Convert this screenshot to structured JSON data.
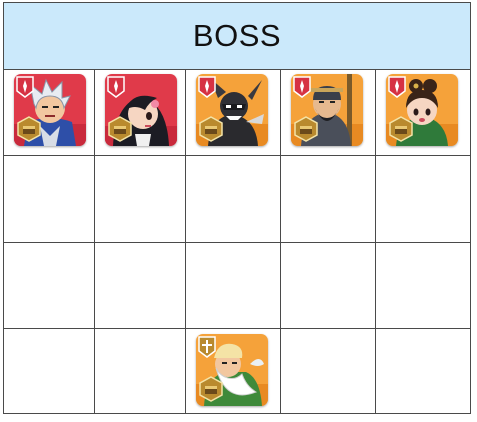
{
  "header": {
    "title": "BOSS"
  },
  "colors": {
    "header_bg": "#cbe9fb",
    "grid_line": "#4a4a4a",
    "card_red": "#e03a4a",
    "card_orange": "#f5a23a",
    "badge_red": "#d63243",
    "badge_gold": "#b98a2e"
  },
  "grid": {
    "rows": 4,
    "cols": 5,
    "heroes": [
      {
        "row": 1,
        "col": 1,
        "name": "hero-card-silver-hair-warrior",
        "frame": "red",
        "class_icon": "attack-class-icon",
        "rank_icon": "rank-badge-icon"
      },
      {
        "row": 1,
        "col": 2,
        "name": "hero-card-dark-hair-girl",
        "frame": "red",
        "class_icon": "attack-class-icon",
        "rank_icon": "rank-badge-icon"
      },
      {
        "row": 1,
        "col": 3,
        "name": "hero-card-horned-helmet-warrior",
        "frame": "orange",
        "class_icon": "attack-class-icon",
        "rank_icon": "rank-badge-icon"
      },
      {
        "row": 1,
        "col": 4,
        "name": "hero-card-bearded-general",
        "frame": "orange",
        "class_icon": "attack-class-icon",
        "rank_icon": "rank-badge-icon"
      },
      {
        "row": 1,
        "col": 5,
        "name": "hero-card-bun-hair-lady",
        "frame": "orange",
        "class_icon": "attack-class-icon",
        "rank_icon": "rank-badge-icon"
      },
      {
        "row": 4,
        "col": 3,
        "name": "hero-card-white-beard-sage",
        "frame": "orange",
        "class_icon": "support-class-icon",
        "rank_icon": "rank-badge-icon"
      }
    ]
  }
}
